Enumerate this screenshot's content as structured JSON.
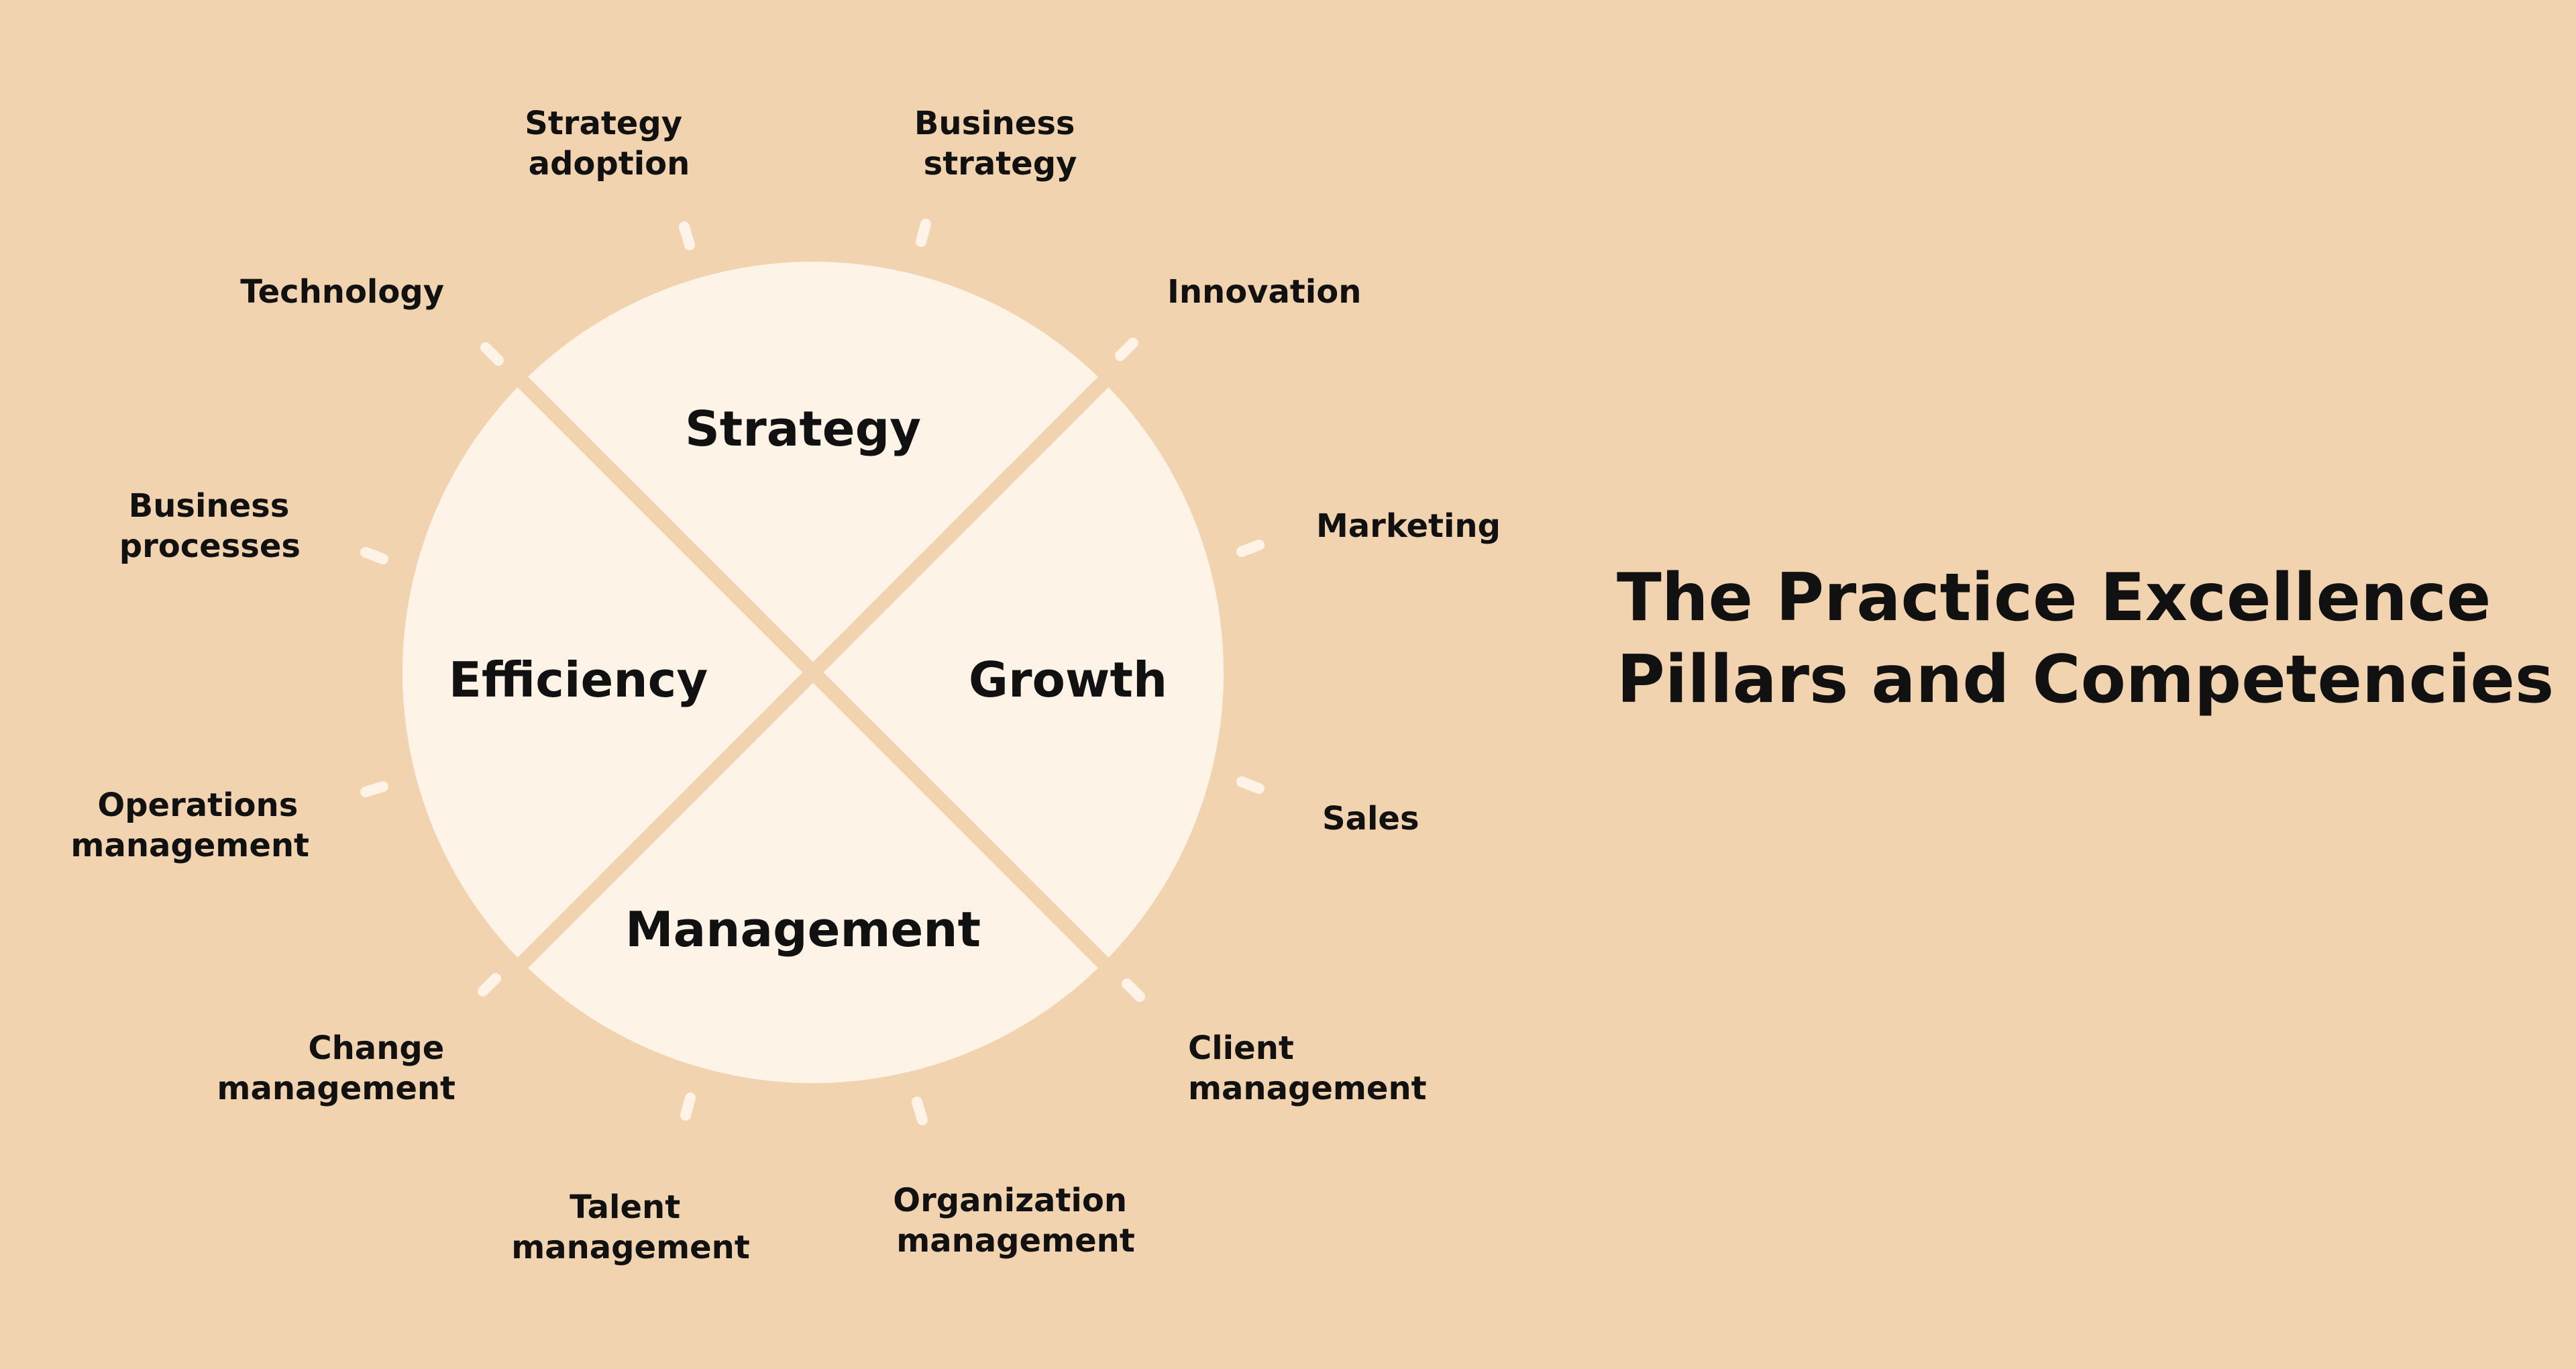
{
  "title": {
    "line1": "The Practice Excellence",
    "line2": "Pillars and Competencies"
  },
  "colors": {
    "background": "#f2d3b0",
    "circle": "#fdf3e6",
    "divider": "#f2d3b0",
    "tick": "#fdf3e6",
    "text": "#111111"
  },
  "pillars": [
    {
      "id": "strategy",
      "label": "Strategy"
    },
    {
      "id": "efficiency",
      "label": "Efficiency"
    },
    {
      "id": "growth",
      "label": "Growth"
    },
    {
      "id": "management",
      "label": "Management"
    }
  ],
  "competencies": [
    {
      "id": "strategy-adoption",
      "lines": [
        "Strategy",
        "adoption"
      ]
    },
    {
      "id": "business-strategy",
      "lines": [
        "Business",
        "strategy"
      ]
    },
    {
      "id": "technology",
      "lines": [
        "Technology"
      ]
    },
    {
      "id": "innovation",
      "lines": [
        "Innovation"
      ]
    },
    {
      "id": "business-processes",
      "lines": [
        "Business",
        "processes"
      ]
    },
    {
      "id": "marketing",
      "lines": [
        "Marketing"
      ]
    },
    {
      "id": "operations-management",
      "lines": [
        "Operations",
        "management"
      ]
    },
    {
      "id": "sales",
      "lines": [
        "Sales"
      ]
    },
    {
      "id": "change-management",
      "lines": [
        "Change",
        "management"
      ]
    },
    {
      "id": "client-management",
      "lines": [
        "Client",
        "management"
      ]
    },
    {
      "id": "talent-management",
      "lines": [
        "Talent",
        "management"
      ]
    },
    {
      "id": "organization-management",
      "lines": [
        "Organization",
        "management"
      ]
    }
  ]
}
